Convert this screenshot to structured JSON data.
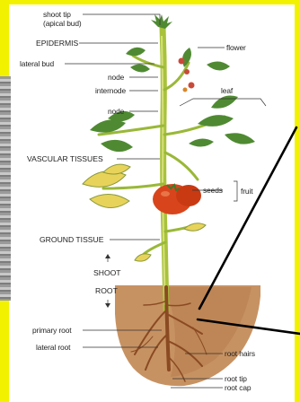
{
  "labels": {
    "shoot_tip": "shoot tip",
    "apical_bud": "(apical bud)",
    "epidermis": "EPIDERMIS",
    "lateral_bud": "lateral bud",
    "node_upper": "node",
    "internode": "internode",
    "node_lower": "node",
    "vascular_tissues": "VASCULAR TISSUES",
    "ground_tissue": "GROUND TISSUE",
    "shoot": "SHOOT",
    "root": "ROOT",
    "primary_root": "primary root",
    "lateral_root": "lateral root",
    "flower": "flower",
    "leaf": "leaf",
    "seeds": "seeds",
    "fruit": "fruit",
    "root_hairs": "root hairs",
    "root_tip": "root tip",
    "root_cap": "root cap"
  },
  "colors": {
    "frame": "#f2f200",
    "soil": "#c79262",
    "stem": "#a8c23c",
    "leaf": "#4f8a32",
    "tomato": "#d8451c",
    "root": "#8a4a22",
    "pointer": "#000000"
  }
}
